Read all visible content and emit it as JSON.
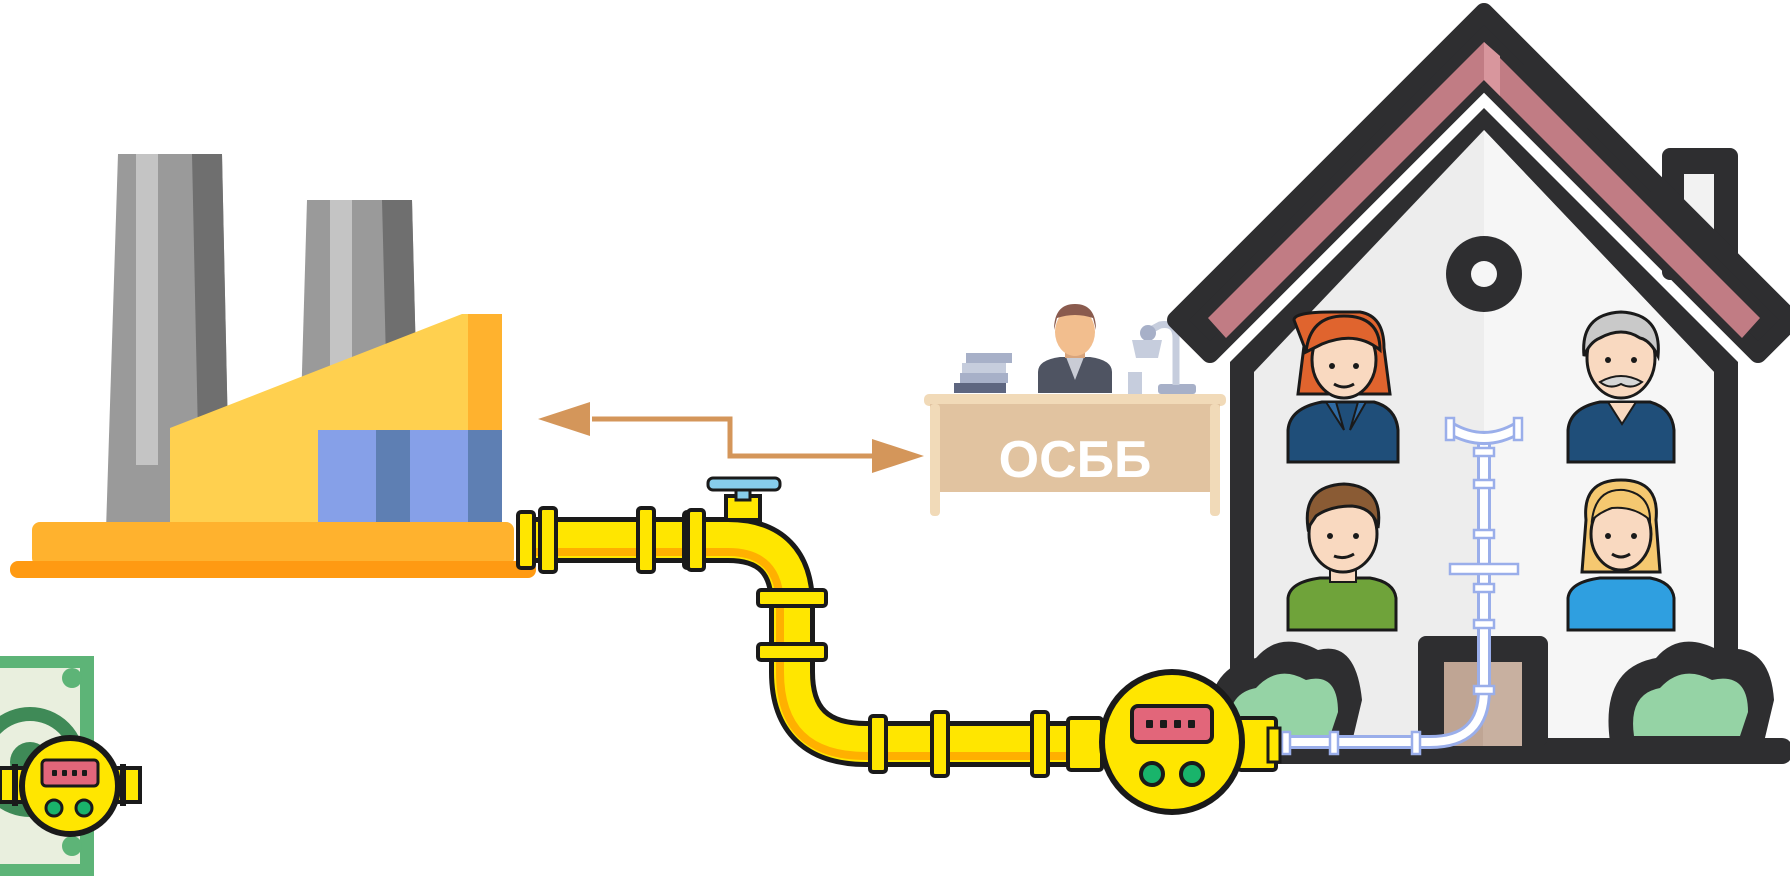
{
  "desk": {
    "label": "ОСББ"
  },
  "residents": [
    {
      "name": "resident-woman-red-hair"
    },
    {
      "name": "resident-elderly-man-mustache"
    },
    {
      "name": "resident-young-man"
    },
    {
      "name": "resident-woman-blonde"
    }
  ],
  "colors": {
    "gas_pipe": "#FFE600",
    "pipe_outline": "#1A1A1A",
    "indoor_pipe": "#9AAEEA",
    "arrow": "#D4965A",
    "desk": "#E1C3A0",
    "roof": "#C17C84",
    "house_wall": "#F2F2F2",
    "house_outline": "#2E2E30",
    "factory_body": "#FFD04F",
    "factory_base": "#FFB22E",
    "chimney": "#9A9A9A",
    "meter_display": "#E2667A",
    "meter_dots": "#19B46B",
    "bush": "#95D3A5",
    "money": "#5DB477"
  },
  "icons": [
    "factory-icon",
    "gas-pipe-icon",
    "gas-valve-icon",
    "gas-meter-icon",
    "house-icon",
    "clerk-icon",
    "money-icon",
    "two-way-arrow-icon"
  ]
}
